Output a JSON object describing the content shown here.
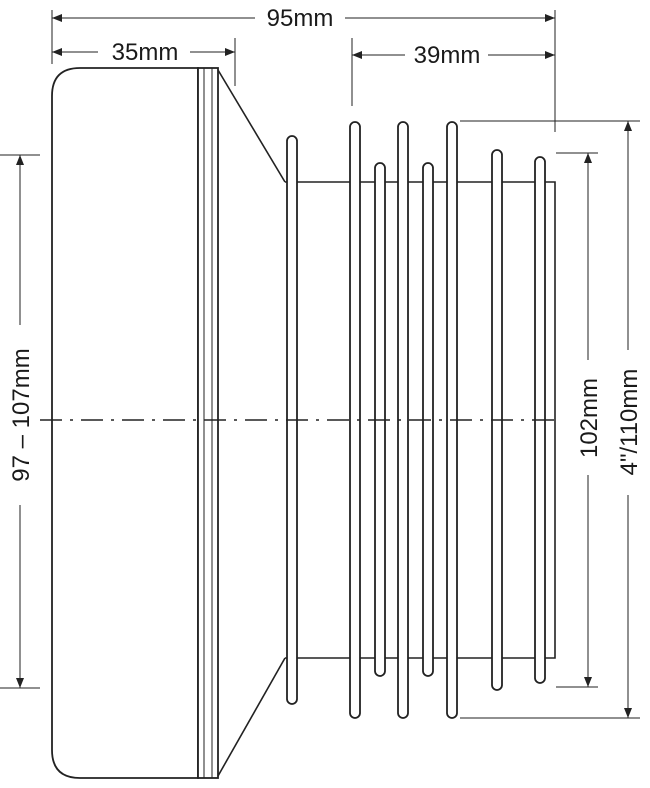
{
  "dimensions": {
    "overall_length": "95mm",
    "socket_length": "35mm",
    "spigot_length": "39mm",
    "socket_inner_range": "97 – 107mm",
    "spigot_outer": "102mm",
    "fin_outer": "4\"/110mm"
  }
}
